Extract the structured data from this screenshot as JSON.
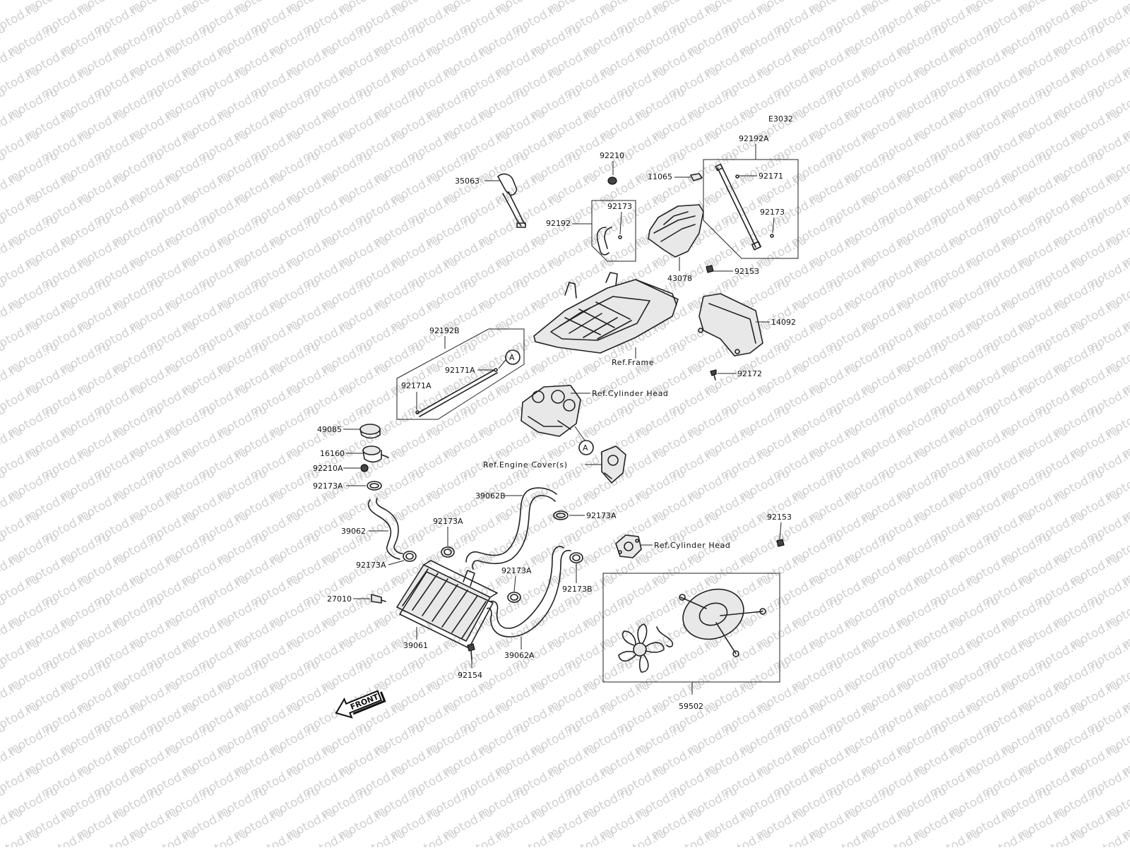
{
  "diagram_code": "E3032",
  "watermark": "motod.ru",
  "callouts": {
    "c35063": "35063",
    "c92210": "92210",
    "c92192": "92192",
    "c92173_a": "92173",
    "c11065": "11065",
    "c43078": "43078",
    "c92153_a": "92153",
    "c92192A": "92192A",
    "c92171": "92171",
    "c92173_b": "92173",
    "c14092": "14092",
    "c92172": "92172",
    "c92192B": "92192B",
    "c92171A_a": "92171A",
    "c92171A_b": "92171A",
    "c49085": "49085",
    "c16160": "16160",
    "c92210A": "92210A",
    "c92173A_a": "92173A",
    "c39062": "39062",
    "c92173A_b": "92173A",
    "c92173A_c": "92173A",
    "c27010": "27010",
    "c39061": "39061",
    "c92154": "92154",
    "c39062B": "39062B",
    "c92173A_d": "92173A",
    "c92173A_e": "92173A",
    "c92173B": "92173B",
    "c39062A": "39062A",
    "c92153_b": "92153",
    "c59502": "59502"
  },
  "references": {
    "frame": "Ref.Frame",
    "cyl_head_a": "Ref.Cylinder Head",
    "engine_cover": "Ref.Engine Cover(s)",
    "cyl_head_b": "Ref.Cylinder Head"
  },
  "markers": {
    "a1": "A",
    "a2": "A"
  },
  "front_label": "FRONT"
}
